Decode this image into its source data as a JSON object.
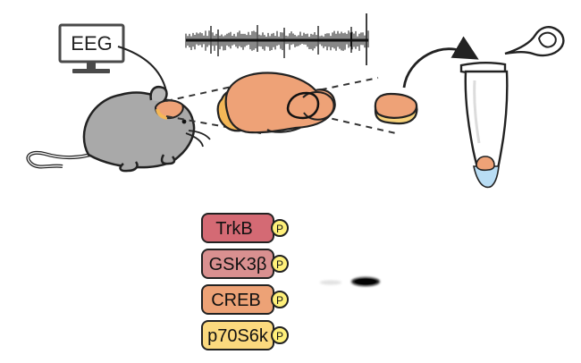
{
  "monitor": {
    "label": "EEG"
  },
  "markers": [
    {
      "label": "TrkB",
      "fill": "#d46a74",
      "phospho": "P"
    },
    {
      "label": "GSK3β",
      "fill": "#d99090",
      "phospho": "P"
    },
    {
      "label": "CREB",
      "fill": "#eda276",
      "phospho": "P"
    },
    {
      "label": "p70S6k",
      "fill": "#fbd97e",
      "phospho": "P"
    }
  ],
  "colors": {
    "mouse_body": "#a9a9a9",
    "brain_main": "#eea277",
    "brain_shadow": "#f4b757",
    "tissue_top": "#eea277",
    "tissue_bottom": "#f7d27b",
    "phospho_badge": "#fff07a",
    "tube_liquid": "#b9ddf4"
  }
}
